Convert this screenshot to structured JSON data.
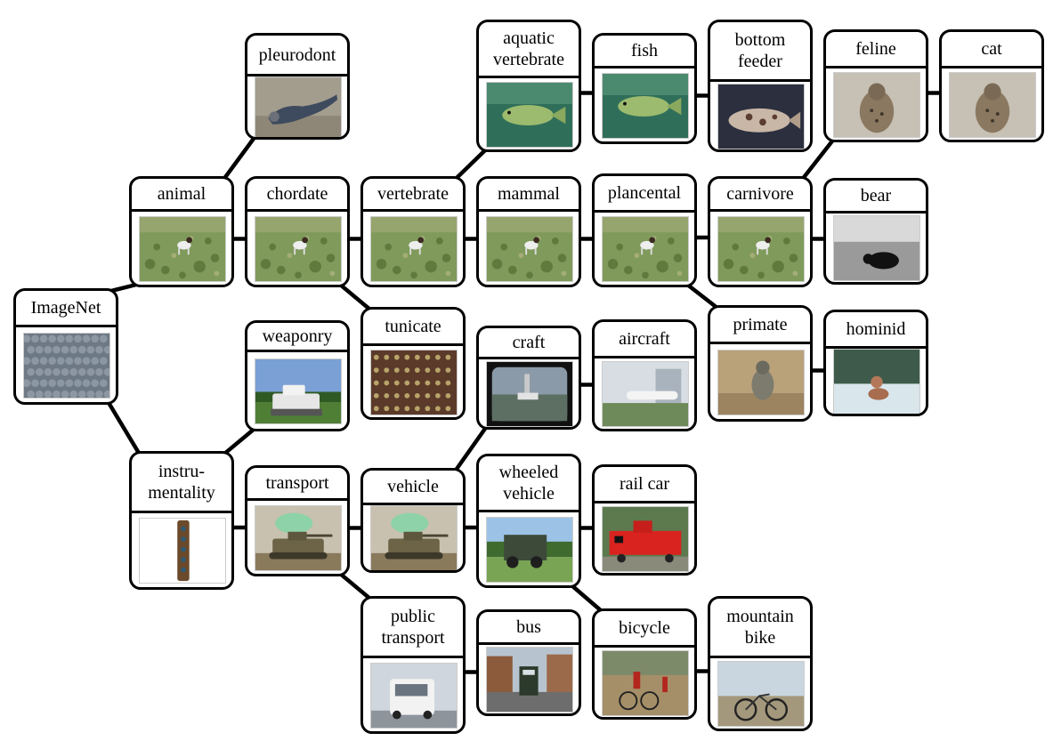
{
  "colors": {
    "stroke": "#000000",
    "background": "#ffffff"
  },
  "nodes": {
    "imagenet": {
      "label": "ImageNet",
      "thumb": "texture-gray"
    },
    "animal": {
      "label": "animal",
      "thumb": "dog-field"
    },
    "instrumentality": {
      "label": "instru-\nmentality",
      "thumb": "totem"
    },
    "pleurodont": {
      "label": "pleurodont",
      "thumb": "iguana"
    },
    "chordate": {
      "label": "chordate",
      "thumb": "dog-field"
    },
    "weaponry": {
      "label": "weaponry",
      "thumb": "tank-white"
    },
    "transport": {
      "label": "transport",
      "thumb": "tank-smoke"
    },
    "vertebrate": {
      "label": "vertebrate",
      "thumb": "dog-field"
    },
    "tunicate": {
      "label": "tunicate",
      "thumb": "tunicate"
    },
    "vehicle": {
      "label": "vehicle",
      "thumb": "tank-smoke"
    },
    "public_transport": {
      "label": "public\ntransport",
      "thumb": "van"
    },
    "aquatic_vertebrate": {
      "label": "aquatic\nvertebrate",
      "thumb": "fish-green"
    },
    "mammal": {
      "label": "mammal",
      "thumb": "dog-field"
    },
    "craft": {
      "label": "craft",
      "thumb": "boat"
    },
    "wheeled_vehicle": {
      "label": "wheeled\nvehicle",
      "thumb": "truck"
    },
    "bus": {
      "label": "bus",
      "thumb": "street"
    },
    "fish": {
      "label": "fish",
      "thumb": "fish-green"
    },
    "plancental": {
      "label": "plancental",
      "thumb": "dog-field"
    },
    "aircraft": {
      "label": "aircraft",
      "thumb": "airport"
    },
    "rail_car": {
      "label": "rail car",
      "thumb": "caboose"
    },
    "bicycle": {
      "label": "bicycle",
      "thumb": "riders"
    },
    "bottom_feeder": {
      "label": "bottom\nfeeder",
      "thumb": "fish-spotted"
    },
    "carnivore": {
      "label": "carnivore",
      "thumb": "dog-field"
    },
    "primate": {
      "label": "primate",
      "thumb": "monkey"
    },
    "mountain_bike": {
      "label": "mountain\nbike",
      "thumb": "mtb"
    },
    "feline": {
      "label": "feline",
      "thumb": "lynx"
    },
    "bear": {
      "label": "bear",
      "thumb": "bear"
    },
    "hominid": {
      "label": "hominid",
      "thumb": "swimmer"
    },
    "cat": {
      "label": "cat",
      "thumb": "lynx"
    }
  },
  "edges": [
    [
      "imagenet",
      "animal"
    ],
    [
      "imagenet",
      "instrumentality"
    ],
    [
      "animal",
      "pleurodont"
    ],
    [
      "animal",
      "chordate"
    ],
    [
      "chordate",
      "vertebrate"
    ],
    [
      "chordate",
      "tunicate"
    ],
    [
      "vertebrate",
      "aquatic_vertebrate"
    ],
    [
      "vertebrate",
      "mammal"
    ],
    [
      "aquatic_vertebrate",
      "fish"
    ],
    [
      "fish",
      "bottom_feeder"
    ],
    [
      "mammal",
      "plancental"
    ],
    [
      "plancental",
      "carnivore"
    ],
    [
      "plancental",
      "primate"
    ],
    [
      "carnivore",
      "feline"
    ],
    [
      "carnivore",
      "bear"
    ],
    [
      "feline",
      "cat"
    ],
    [
      "primate",
      "hominid"
    ],
    [
      "instrumentality",
      "weaponry"
    ],
    [
      "instrumentality",
      "transport"
    ],
    [
      "transport",
      "vehicle"
    ],
    [
      "transport",
      "public_transport"
    ],
    [
      "vehicle",
      "craft"
    ],
    [
      "vehicle",
      "wheeled_vehicle"
    ],
    [
      "craft",
      "aircraft"
    ],
    [
      "wheeled_vehicle",
      "rail_car"
    ],
    [
      "wheeled_vehicle",
      "bicycle"
    ],
    [
      "public_transport",
      "bus"
    ],
    [
      "bicycle",
      "mountain_bike"
    ]
  ]
}
